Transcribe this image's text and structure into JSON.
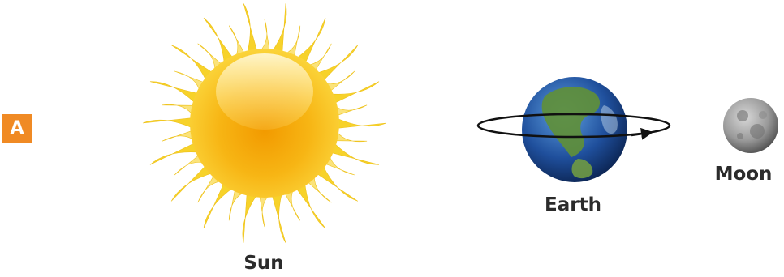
{
  "badge": "A",
  "sun": {
    "label": "Sun"
  },
  "earth": {
    "label": "Earth"
  },
  "moon": {
    "label": "Moon"
  },
  "colors": {
    "badge": "#f08a24",
    "sun_core": "#f59a0c",
    "sun_rays": "#f7d22a",
    "earth_ocean": "#1f4f9c",
    "earth_land": "#5f8f3a",
    "moon": "#9a9a9a",
    "orbit": "#111111"
  }
}
